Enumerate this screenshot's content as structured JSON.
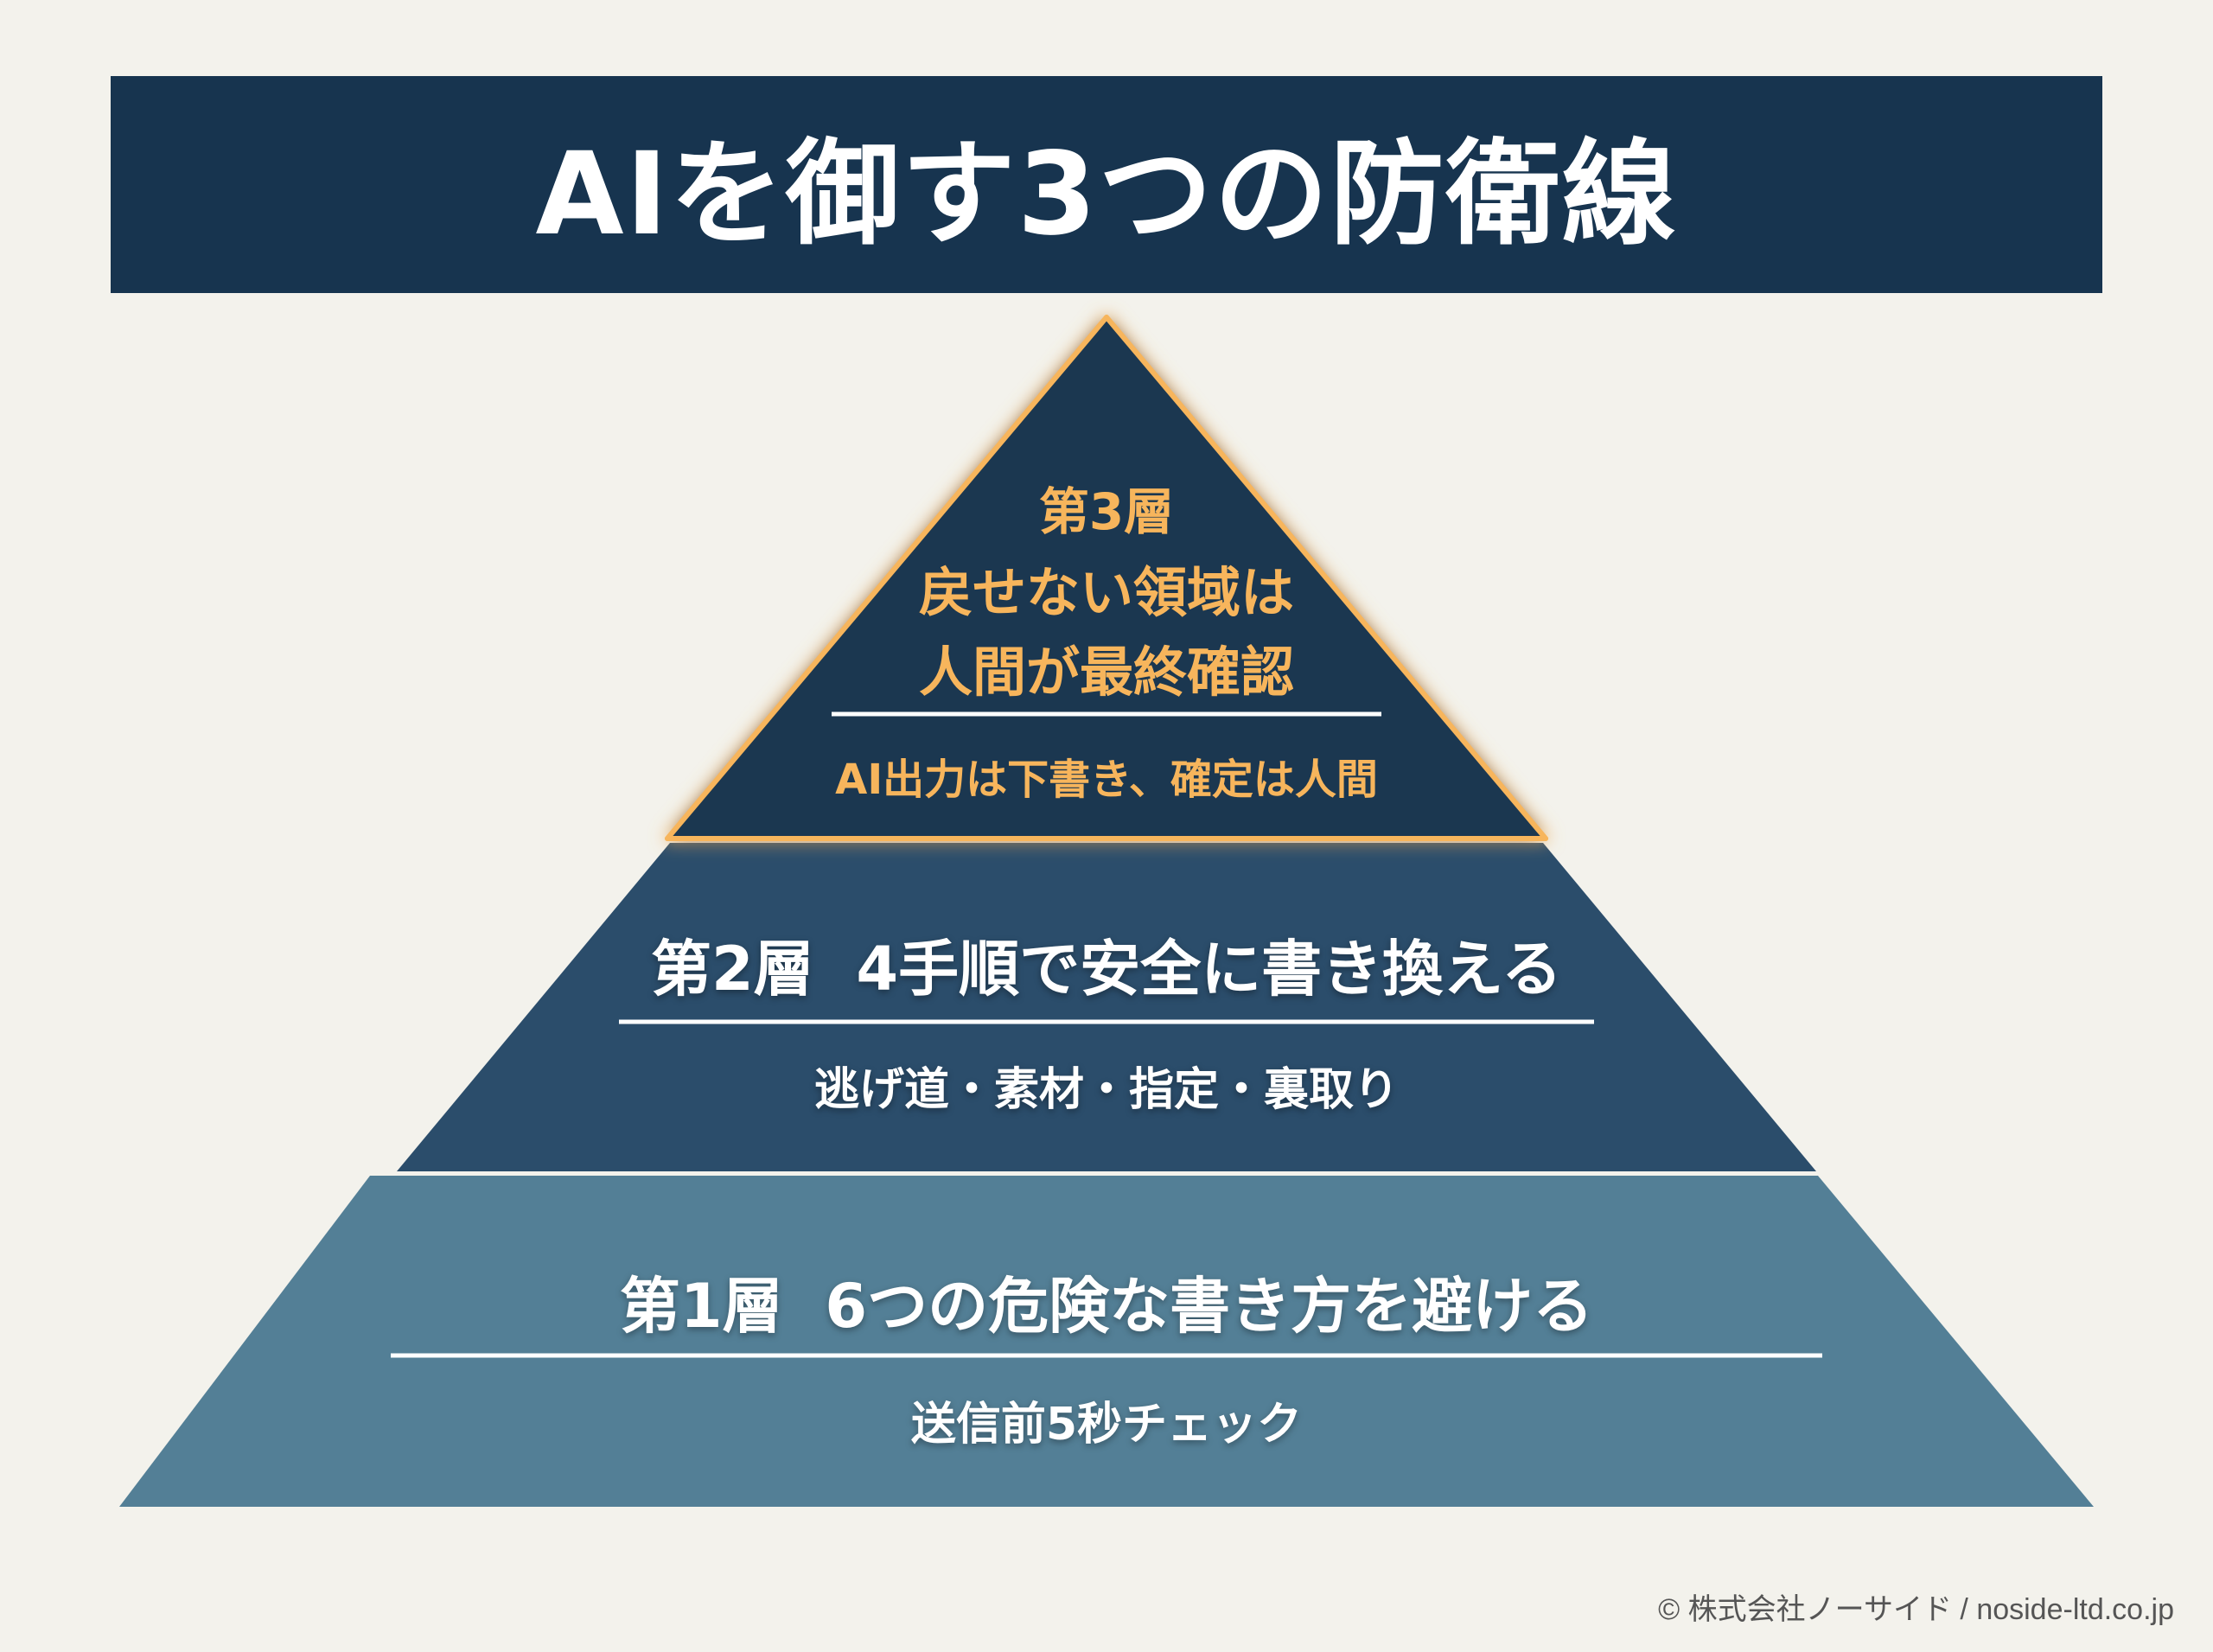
{
  "header": {
    "title": "AIを御す3つの防衛線"
  },
  "pyramid": {
    "layer3": {
      "label": "第3層",
      "title_line1": "戻せない領域は",
      "title_line2": "人間が最終確認",
      "subtitle": "AI出力は下書き、確定は人間"
    },
    "layer2": {
      "title": "第2層  4手順で安全に書き換える",
      "subtitle": "逃げ道・素材・指定・裏取り"
    },
    "layer1": {
      "title": "第1層  6つの危険な書き方を避ける",
      "subtitle": "送信前5秒チェック"
    }
  },
  "footer": {
    "copyright": "© 株式会社ノーサイド / noside-ltd.co.jp"
  },
  "colors": {
    "banner": "#17344f",
    "layer3_fill": "#1b3750",
    "layer3_accent": "#f7b55c",
    "layer2_fill": "#2b4d6b",
    "layer1_fill": "#537f96",
    "background": "#f3f2ec"
  }
}
